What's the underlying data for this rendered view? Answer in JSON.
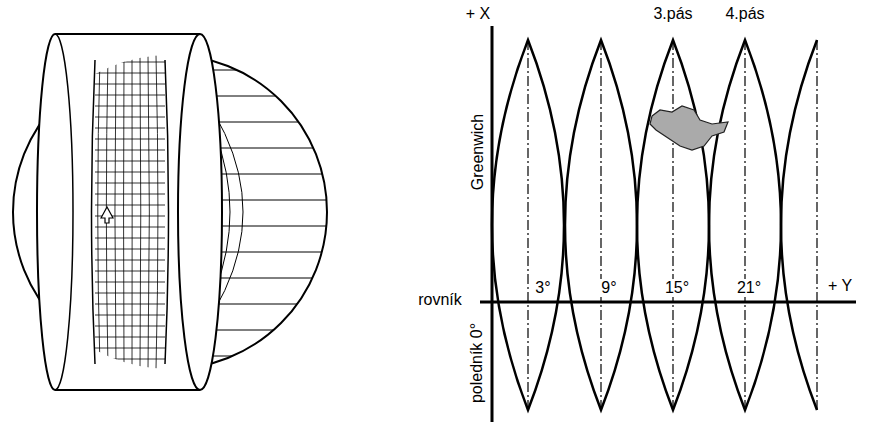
{
  "diagram": {
    "labels": [
      "+ X",
      "3.pás",
      "4.pás",
      "Greenwich",
      "rovník",
      "3°",
      "9°",
      "15°",
      "21°",
      "+ Y",
      "poledník 0°"
    ]
  }
}
